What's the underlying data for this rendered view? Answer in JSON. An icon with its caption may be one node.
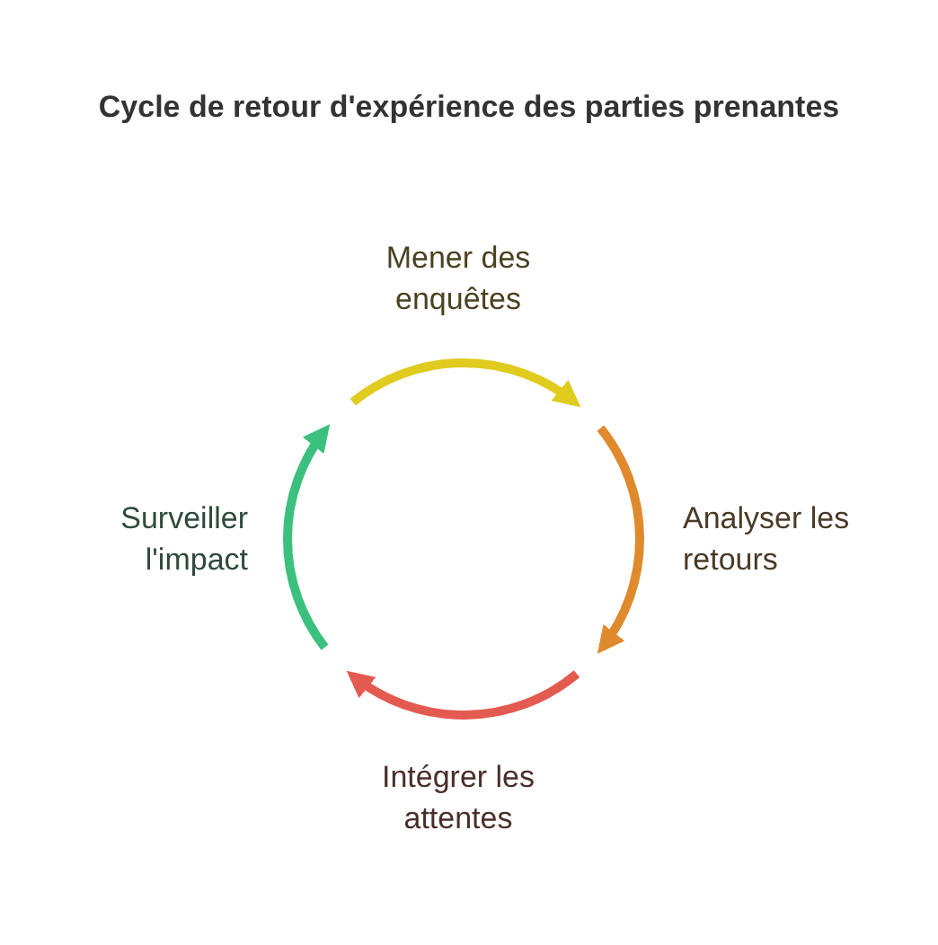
{
  "diagram": {
    "title": "Cycle de retour d'expérience des parties prenantes",
    "labels": [
      "Mener des enquêtes",
      "Analyser les retours",
      "Intégrer les attentes",
      "Surveiller l'impact"
    ]
  }
}
